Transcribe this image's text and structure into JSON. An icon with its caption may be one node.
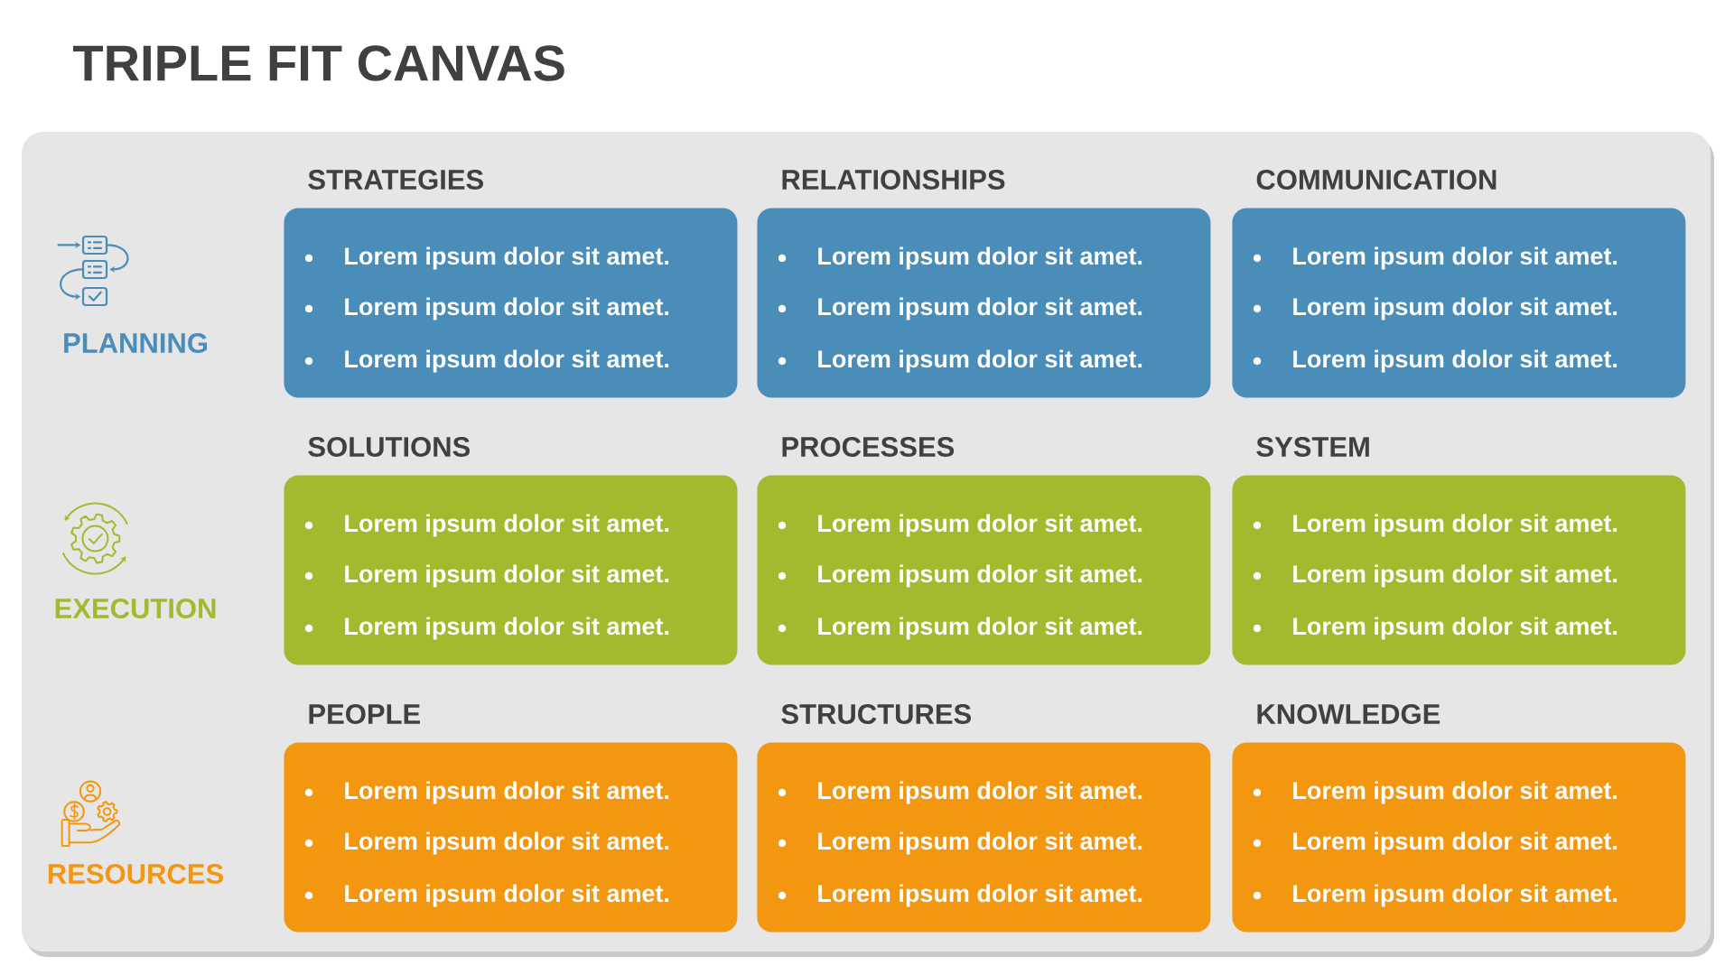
{
  "diagram": {
    "title": "TRIPLE FIT CANVAS",
    "nodes": [
      {
        "text": [
          "STRATEGIES",
          "Lorem ipsum dolor sit amet.",
          "Lorem ipsum dolor sit amet.",
          "Lorem ipsum dolor sit amet."
        ]
      },
      {
        "text": [
          "RELATIONSHIPS",
          "Lorem ipsum dolor sit amet.",
          "Lorem ipsum dolor sit amet.",
          "Lorem ipsum dolor sit amet."
        ]
      },
      {
        "text": [
          "COMMUNICATION",
          "Lorem ipsum dolor sit amet.",
          "Lorem ipsum dolor sit amet.",
          "Lorem ipsum dolor sit amet."
        ]
      },
      {
        "text": [
          "SOLUTIONS",
          "Lorem ipsum dolor sit amet.",
          "Lorem ipsum dolor sit amet.",
          "Lorem ipsum dolor sit amet."
        ]
      },
      {
        "text": [
          "PROCESSES",
          "Lorem ipsum dolor sit amet.",
          "Lorem ipsum dolor sit amet.",
          "Lorem ipsum dolor sit amet."
        ]
      },
      {
        "text": [
          "SYSTEM",
          "Lorem ipsum dolor sit amet.",
          "Lorem ipsum dolor sit amet.",
          "Lorem ipsum dolor sit amet."
        ]
      },
      {
        "text": [
          "PEOPLE",
          "Lorem ipsum dolor sit amet.",
          "Lorem ipsum dolor sit amet.",
          "Lorem ipsum dolor sit amet."
        ]
      },
      {
        "text": [
          "STRUCTURES",
          "Lorem ipsum dolor sit amet.",
          "Lorem ipsum dolor sit amet.",
          "Lorem ipsum dolor sit amet."
        ]
      },
      {
        "text": [
          "KNOWLEDGE",
          "Lorem ipsum dolor sit amet.",
          "Lorem ipsum dolor sit amet.",
          "Lorem ipsum dolor sit amet."
        ]
      }
    ],
    "labels": [
      "PLANNING",
      "EXECUTION",
      "RESOURCES"
    ]
  }
}
